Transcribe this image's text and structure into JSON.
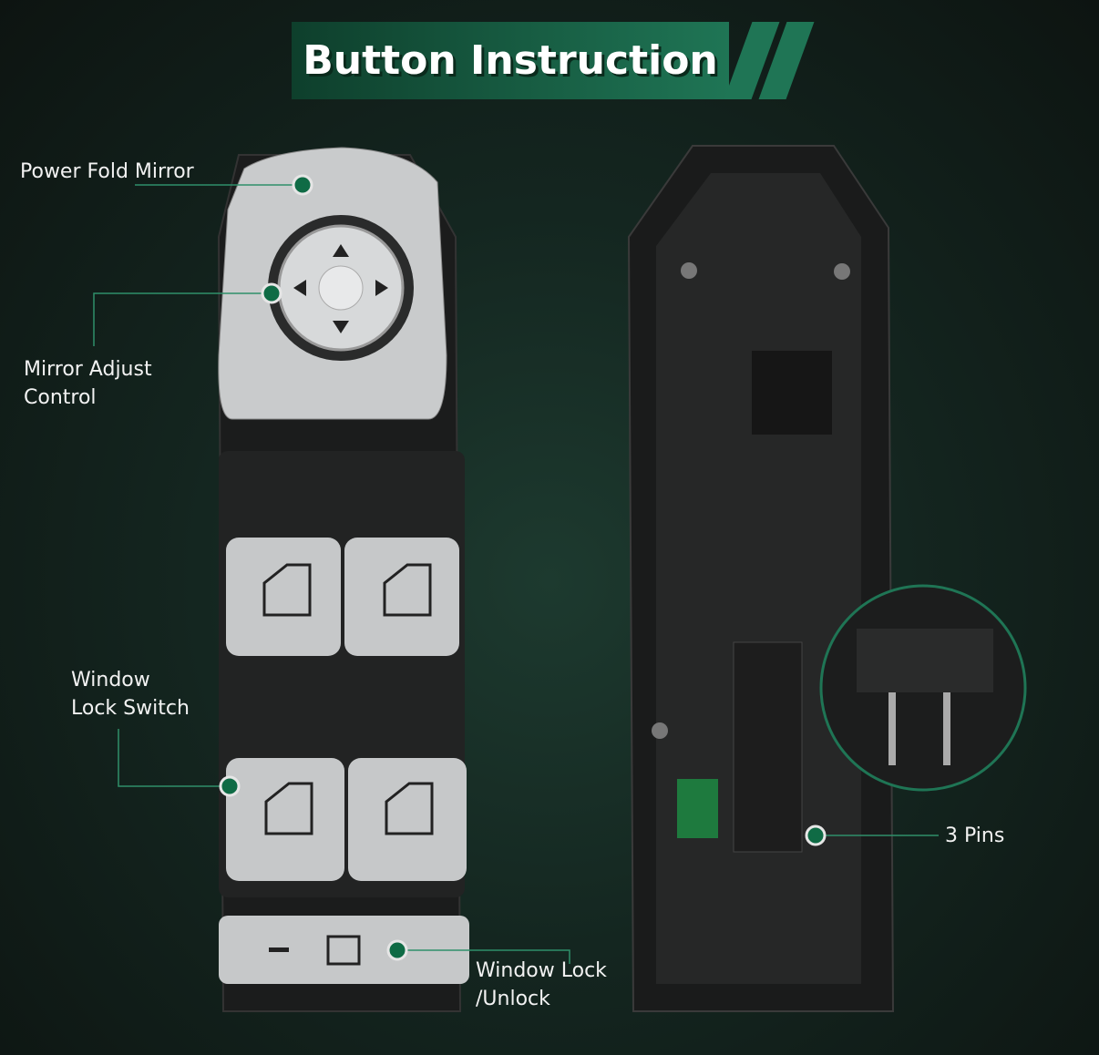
{
  "header": {
    "title": "Button Instruction"
  },
  "labels": {
    "power_fold_mirror": "Power Fold Mirror",
    "mirror_adjust_line1": "Mirror Adjust",
    "mirror_adjust_line2": "Control",
    "window_lock_switch_line1": "Window",
    "window_lock_switch_line2": "Lock Switch",
    "window_lock_unlock_line1": "Window Lock",
    "window_lock_unlock_line2": "/Unlock",
    "pins": "3 Pins"
  },
  "colors": {
    "accent": "#1f7555",
    "marker": "#0f6b45",
    "silver": "#c9cbcc",
    "housing": "#1b1c1c"
  }
}
